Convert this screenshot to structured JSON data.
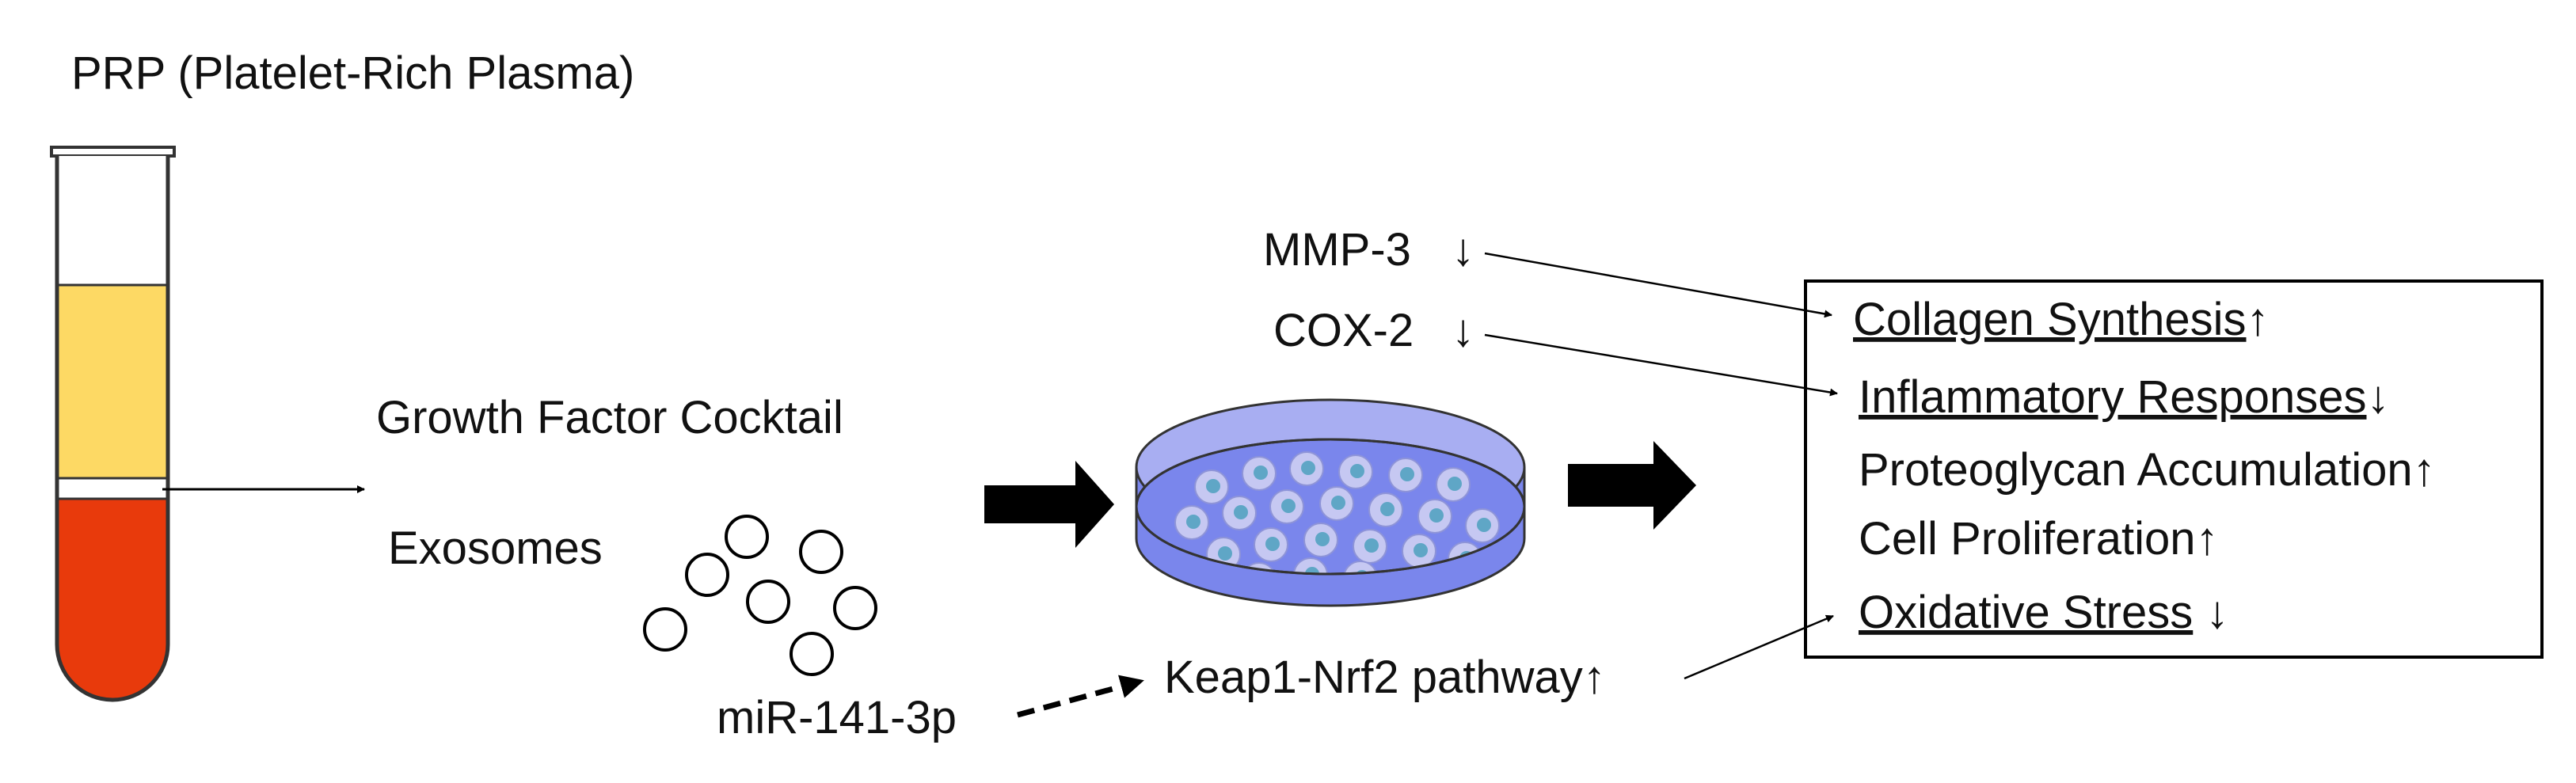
{
  "tube_title": "PRP (Platelet-Rich Plasma)",
  "components": {
    "growth_factor": "Growth Factor Cocktail",
    "exosomes": "Exosomes",
    "mirna": "miR-141-3p"
  },
  "markers": {
    "mmp3": "MMP-3",
    "mmp3_arrow": "↓",
    "cox2": "COX-2",
    "cox2_arrow": "↓",
    "pathway": "Keap1-Nrf2 pathway↑"
  },
  "effects": [
    {
      "label": "Collagen Synthesis",
      "arrow": "↑",
      "underlined": true
    },
    {
      "label": "Inflammatory Responses",
      "arrow": "↓",
      "underlined": true
    },
    {
      "label": "Proteoglycan Accumulation",
      "arrow": "↑",
      "underlined": false
    },
    {
      "label": "Cell Proliferation",
      "arrow": "↑",
      "underlined": false
    },
    {
      "label": "Oxidative Stress",
      "arrow": " ↓",
      "underlined": true
    }
  ],
  "colors": {
    "plasma": "#FDD964",
    "red_cells": "#E83A0C",
    "dish_fill": "#7A86EC",
    "cell_outer": "#C6C8F2",
    "cell_core": "#5FA6C6",
    "line": "#000000"
  }
}
